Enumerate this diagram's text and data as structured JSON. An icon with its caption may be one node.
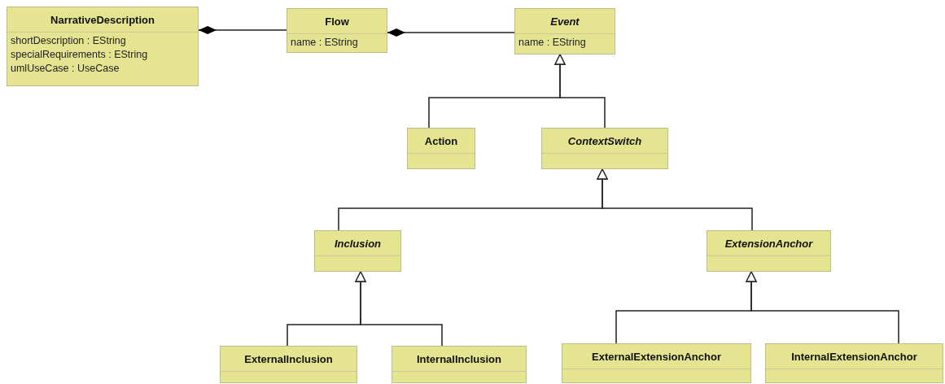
{
  "diagram": {
    "nodes": [
      {
        "text": [
          "NarrativeDescription",
          "shortDescription : EString",
          "specialRequirements : EString",
          "umlUseCase : UseCase"
        ]
      },
      {
        "text": [
          "Flow",
          "name : EString"
        ]
      },
      {
        "text": [
          "Event",
          "name : EString"
        ]
      },
      {
        "text": [
          "Action"
        ]
      },
      {
        "text": [
          "ContextSwitch"
        ]
      },
      {
        "text": [
          "Inclusion"
        ]
      },
      {
        "text": [
          "ExtensionAnchor"
        ]
      },
      {
        "text": [
          "ExternalInclusion"
        ]
      },
      {
        "text": [
          "InternalInclusion"
        ]
      },
      {
        "text": [
          "ExternalExtensionAnchor"
        ]
      },
      {
        "text": [
          "InternalExtensionAnchor"
        ]
      }
    ],
    "edges": [
      {
        "from": 0,
        "to": 1,
        "arrow": "other"
      },
      {
        "from": 1,
        "to": 2,
        "arrow": "other"
      },
      {
        "from": 3,
        "to": 2,
        "arrow": "to"
      },
      {
        "from": 4,
        "to": 2,
        "arrow": "to"
      },
      {
        "from": 5,
        "to": 4,
        "arrow": "to"
      },
      {
        "from": 6,
        "to": 4,
        "arrow": "to"
      },
      {
        "from": 7,
        "to": 5,
        "arrow": "to"
      },
      {
        "from": 8,
        "to": 5,
        "arrow": "to"
      },
      {
        "from": 9,
        "to": 6,
        "arrow": "to"
      },
      {
        "from": 10,
        "to": 6,
        "arrow": "to"
      }
    ]
  }
}
